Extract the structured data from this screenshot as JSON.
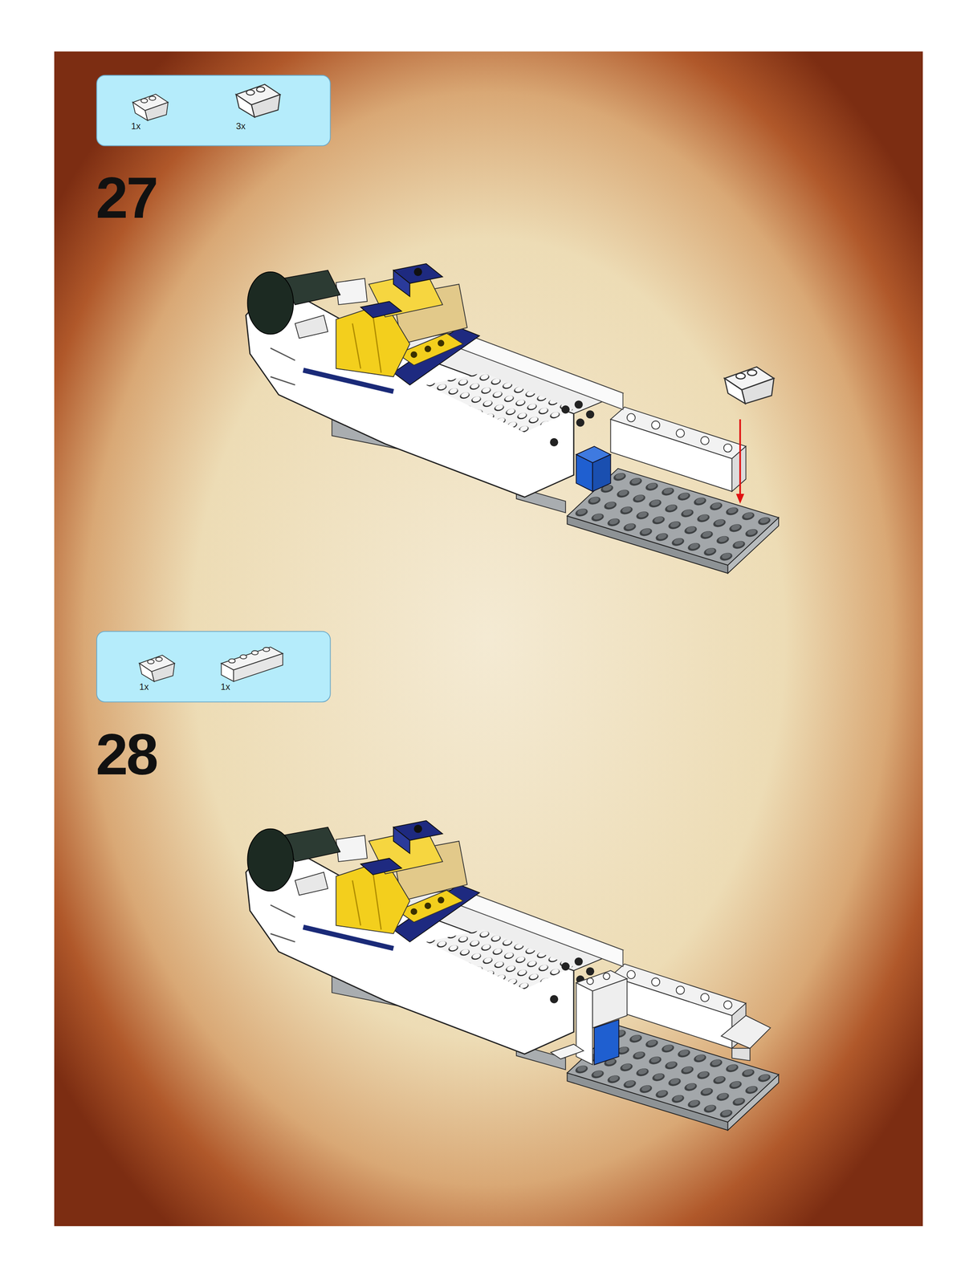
{
  "diagram": {
    "nodes": [
      {
        "text": [
          "1x",
          "3x"
        ]
      },
      {
        "text": [
          "1x",
          "1x"
        ]
      }
    ],
    "labels": [
      "27",
      "28"
    ]
  }
}
